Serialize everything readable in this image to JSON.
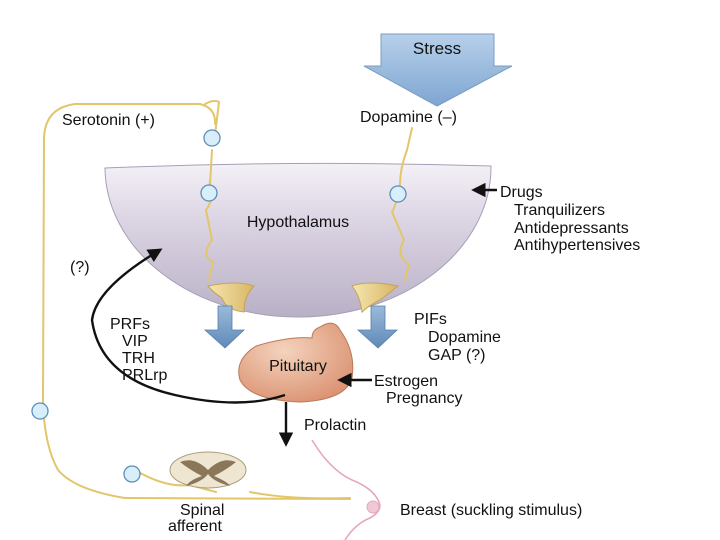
{
  "labels": {
    "stress": "Stress",
    "serotonin": "Serotonin (+)",
    "dopamine_top": "Dopamine (–)",
    "hypothalamus": "Hypothalamus",
    "drugs": "Drugs",
    "drug_items": [
      "Tranquilizers",
      "Antidepressants",
      "Antihypertensives"
    ],
    "question": "(?)",
    "prf_items": [
      "PRFs",
      "VIP",
      "TRH",
      "PRLrp"
    ],
    "pif_items": [
      "PIFs",
      "Dopamine",
      "GAP (?)"
    ],
    "pituitary": "Pituitary",
    "estrogen": "Estrogen",
    "pregnancy": "Pregnancy",
    "prolactin": "Prolactin",
    "spinal": "Spinal",
    "afferent": "afferent",
    "breast": "Breast (suckling stimulus)"
  },
  "colors": {
    "hypothalamus_fill": "#cbc4d4",
    "pituitary_fill": "#e6b294",
    "nerve": "#e3c56a",
    "synapse_node": "#d9eefb",
    "blue_arrow": "#7ea3c8",
    "stress_arrow": "#8fb2d8",
    "breast_outline": "#e7a6bd"
  }
}
